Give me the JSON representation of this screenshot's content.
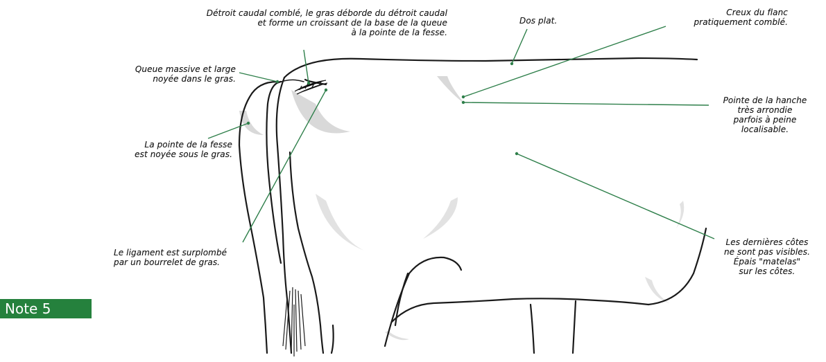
{
  "note": {
    "label": "Note 5"
  },
  "annotations": {
    "detroit": "Détroit caudal comblé, le gras déborde du détroit caudal\net forme un croissant de la base de la queue\nà la pointe de la fesse.",
    "dos": "Dos plat.",
    "creux": "Creux du flanc\npratiquement comblé.",
    "queue": "Queue massive et large\nnoyée dans le gras.",
    "hanche": "Pointe de la hanche\ntrès arrondie\nparfois à peine\nlocalisable.",
    "fesse": "La pointe de la fesse\nest noyée sous le gras.",
    "ligament": "Le ligament est surplombé\npar un bourrelet de gras.",
    "cotes": "Les dernières côtes\nne sont pas visibles.\nÉpais \"matelas\"\nsur les côtes."
  },
  "colors": {
    "badge": "#25813d",
    "line": "#1a1a1a",
    "leader": "#2e7f4a",
    "stipple": "#9a9a9a"
  }
}
